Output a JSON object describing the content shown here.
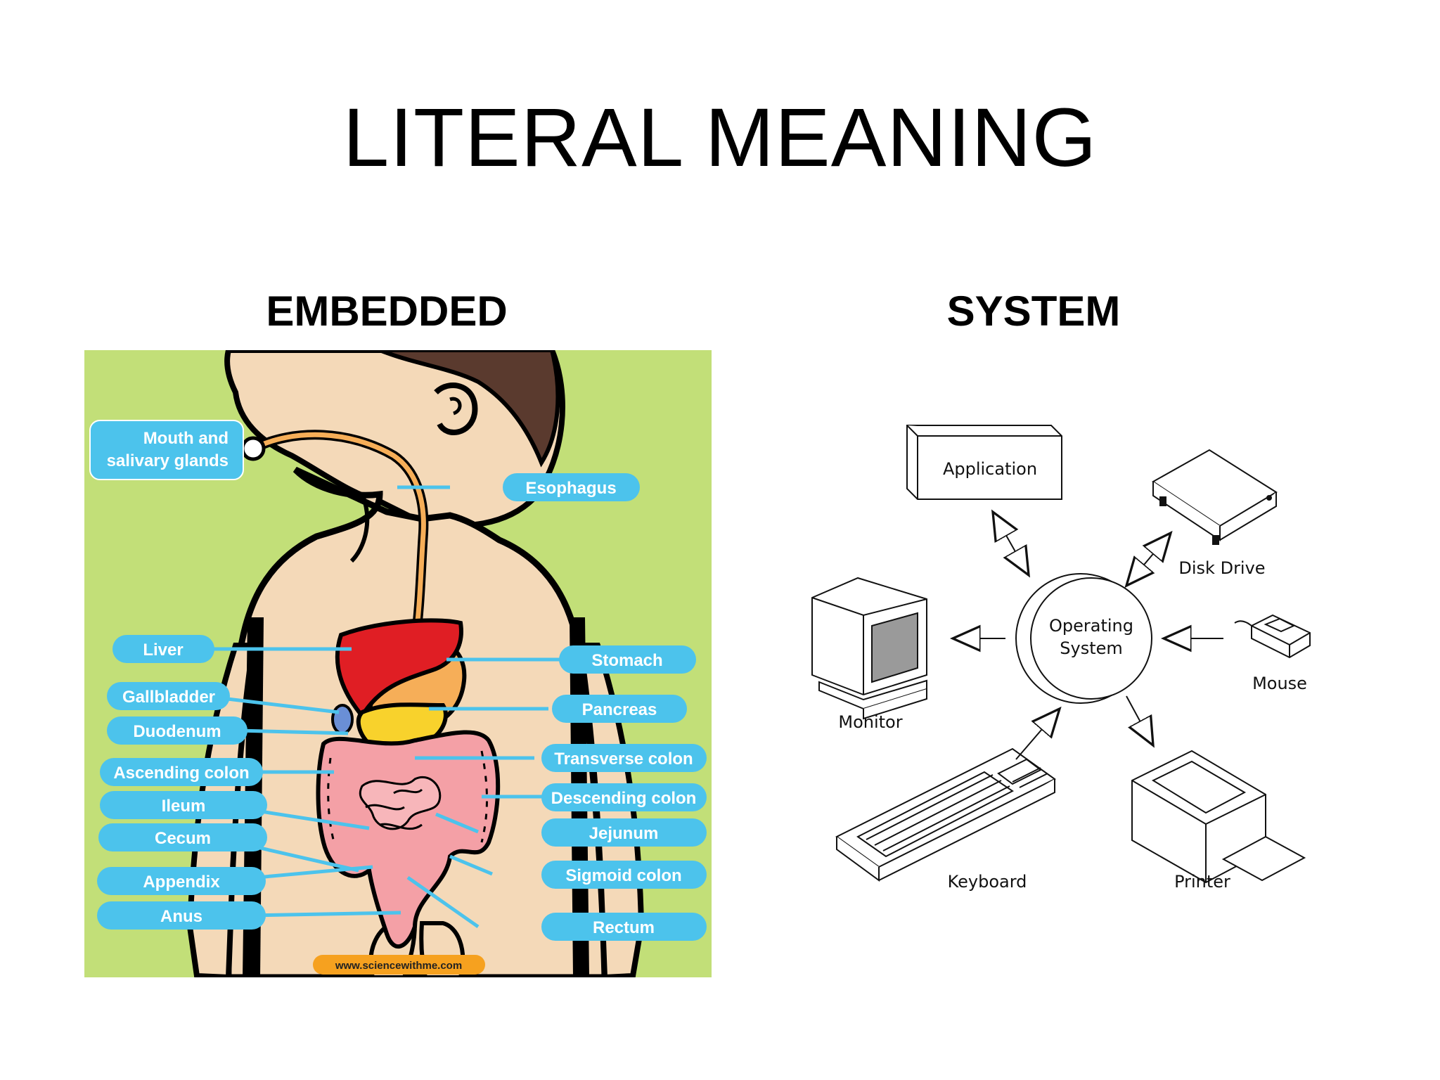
{
  "slide": {
    "title": "LITERAL MEANING",
    "left_heading": "EMBEDDED",
    "right_heading": "SYSTEM"
  },
  "digestive": {
    "mouth_line1": "Mouth and",
    "mouth_line2": "salivary glands",
    "esophagus": "Esophagus",
    "liver": "Liver",
    "stomach": "Stomach",
    "gallbladder": "Gallbladder",
    "pancreas": "Pancreas",
    "duodenum": "Duodenum",
    "transverse_colon": "Transverse colon",
    "ascending_colon": "Ascending colon",
    "descending_colon": "Descending colon",
    "ileum": "Ileum",
    "jejunum": "Jejunum",
    "cecum": "Cecum",
    "sigmoid_colon": "Sigmoid colon",
    "appendix": "Appendix",
    "rectum": "Rectum",
    "anus": "Anus",
    "website": "www.sciencewithme.com",
    "colors": {
      "background": "#c2df78",
      "label": "#4cc3ec",
      "skin": "#f4d9b8",
      "hair": "#5a3a2e",
      "liver": "#e01e24",
      "stomach": "#f6ae58",
      "pancreas": "#f8d22c",
      "intestine": "#f4a0a6",
      "website_badge": "#f6a11f"
    }
  },
  "computer": {
    "application": "Application",
    "disk_drive": "Disk Drive",
    "os_line1": "Operating",
    "os_line2": "System",
    "monitor": "Monitor",
    "mouse": "Mouse",
    "keyboard": "Keyboard",
    "printer": "Printer"
  }
}
